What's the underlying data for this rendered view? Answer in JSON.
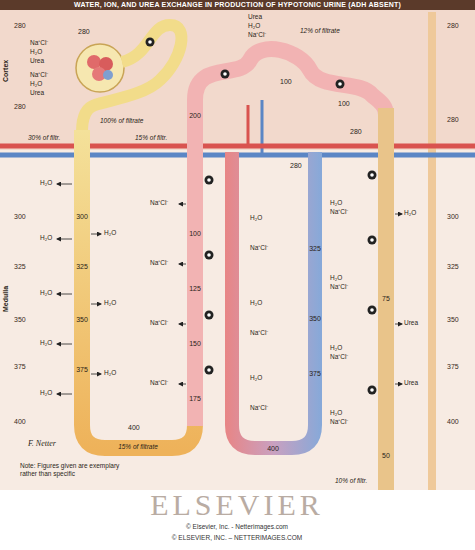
{
  "diagram": {
    "title": "WATER, ION, AND UREA EXCHANGE IN PRODUCTION OF HYPOTONIC URINE (ADH ABSENT)",
    "labels": [
      "Cortex",
      "Medulla",
      "280",
      "280",
      "300",
      "325",
      "350",
      "375",
      "400",
      "280",
      "280",
      "300",
      "325",
      "350",
      "375",
      "400",
      "280",
      "Na⁺Cl⁻",
      "H₂O",
      "Urea",
      "Na⁺Cl⁻",
      "H₂O",
      "Urea",
      "100% of filtrate",
      "30% of filtr.",
      "15% of filtr.",
      "200",
      "12% of filtrate",
      "Urea",
      "H₂O",
      "Na⁺Cl⁻",
      "100",
      "100",
      "280",
      "280",
      "300",
      "325",
      "350",
      "375",
      "H₂O",
      "H₂O",
      "H₂O",
      "H₂O",
      "H₂O",
      "Na⁺Cl⁻",
      "Na⁺Cl⁻",
      "Na⁺Cl⁻",
      "Na⁺Cl⁻",
      "H₂O",
      "H₂O",
      "H₂O",
      "400",
      "15% of filtrate",
      "100",
      "125",
      "150",
      "175",
      "H₂O",
      "Na⁺Cl⁻",
      "H₂O",
      "Na⁺Cl⁻",
      "H₂O",
      "Na⁺Cl⁻",
      "325",
      "350",
      "375",
      "400",
      "H₂O",
      "Na⁺Cl⁻",
      "H₂O",
      "Na⁺Cl⁻",
      "H₂O",
      "Na⁺Cl⁻",
      "H₂O",
      "Na⁺Cl⁻",
      "75",
      "50",
      "Urea",
      "Urea",
      "H₂O",
      "10% of filtr.",
      "F. Netter",
      "Note: Figures given are exemplary rather than specific",
      "ELSEVIER",
      "© Elsevier, Inc. - Netterimages.com",
      "© ELSEVIER, INC. – NETTERIMAGES.COM"
    ]
  }
}
